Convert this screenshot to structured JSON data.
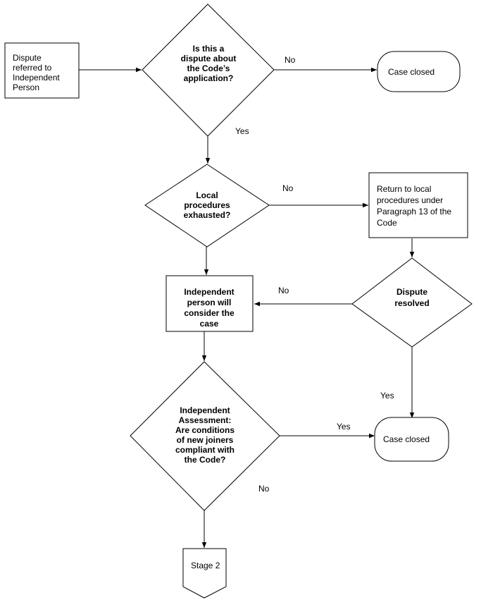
{
  "nodes": {
    "start": {
      "lines": [
        "Dispute",
        "referred to",
        "Independent",
        "Person"
      ]
    },
    "decision_code_application": {
      "lines": [
        "Is this a",
        "dispute about",
        "the Code’s",
        "application?"
      ]
    },
    "case_closed_top": {
      "lines": [
        "Case closed"
      ]
    },
    "decision_local_exhausted": {
      "lines": [
        "Local",
        "procedures",
        "exhausted?"
      ]
    },
    "return_local": {
      "lines": [
        "Return to local",
        "procedures under",
        "Paragraph 13 of the",
        "Code"
      ]
    },
    "independent_consider": {
      "lines": [
        "Independent",
        "person will",
        "consider the",
        "case"
      ]
    },
    "decision_resolved": {
      "lines": [
        "Dispute",
        "resolved"
      ]
    },
    "decision_assessment": {
      "lines": [
        "Independent",
        "Assessment:",
        "Are conditions",
        "of new joiners",
        "compliant with",
        "the Code?"
      ]
    },
    "case_closed_bottom": {
      "lines": [
        "Case closed"
      ]
    },
    "stage2": {
      "lines": [
        "Stage 2"
      ]
    }
  },
  "edge_labels": {
    "code_no": "No",
    "code_yes": "Yes",
    "local_no": "No",
    "resolved_no": "No",
    "resolved_yes": "Yes",
    "assessment_yes": "Yes",
    "assessment_no": "No"
  }
}
